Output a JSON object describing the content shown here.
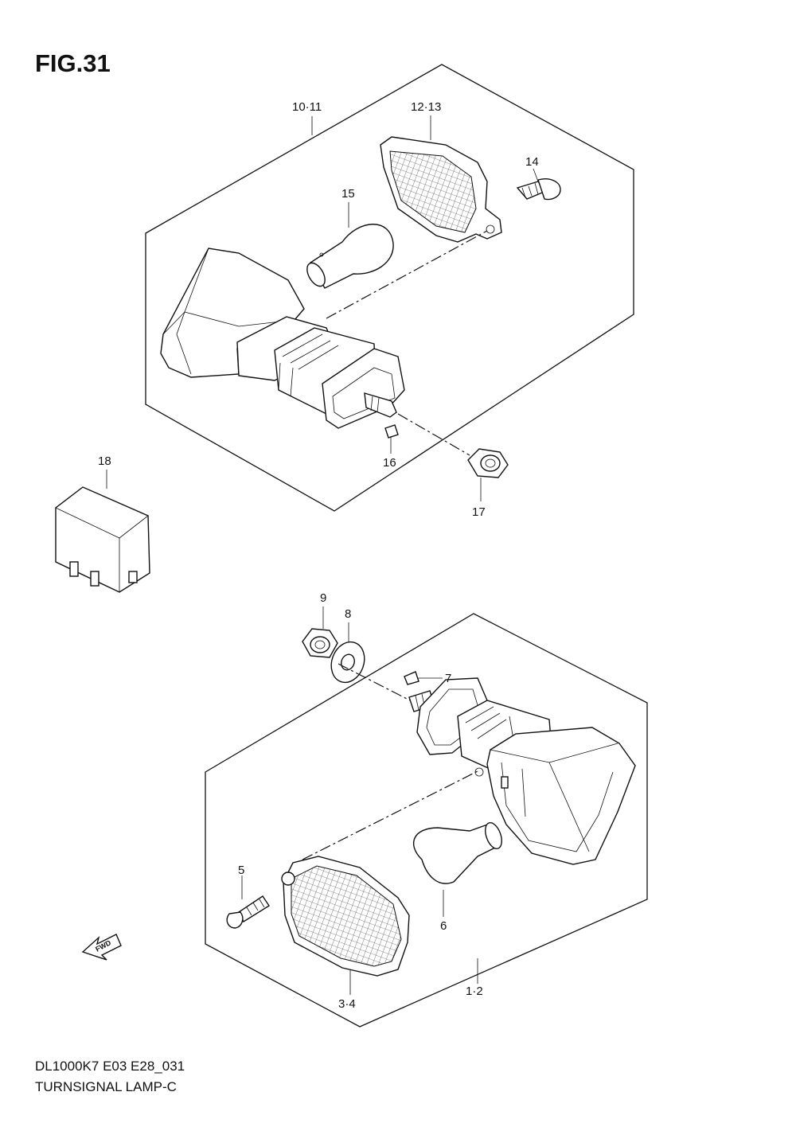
{
  "figure": {
    "title": "FIG.31"
  },
  "footer": {
    "code": "DL1000K7 E03 E28_031",
    "name": "TURNSIGNAL LAMP-C"
  },
  "direction": {
    "label": "FWD"
  },
  "callouts": {
    "c10_11": "10·11",
    "c12_13": "12·13",
    "c14": "14",
    "c15": "15",
    "c16": "16",
    "c17": "17",
    "c18": "18",
    "c9": "9",
    "c8": "8",
    "c7": "7",
    "c5": "5",
    "c6": "6",
    "c3_4": "3·4",
    "c1_2": "1·2"
  }
}
